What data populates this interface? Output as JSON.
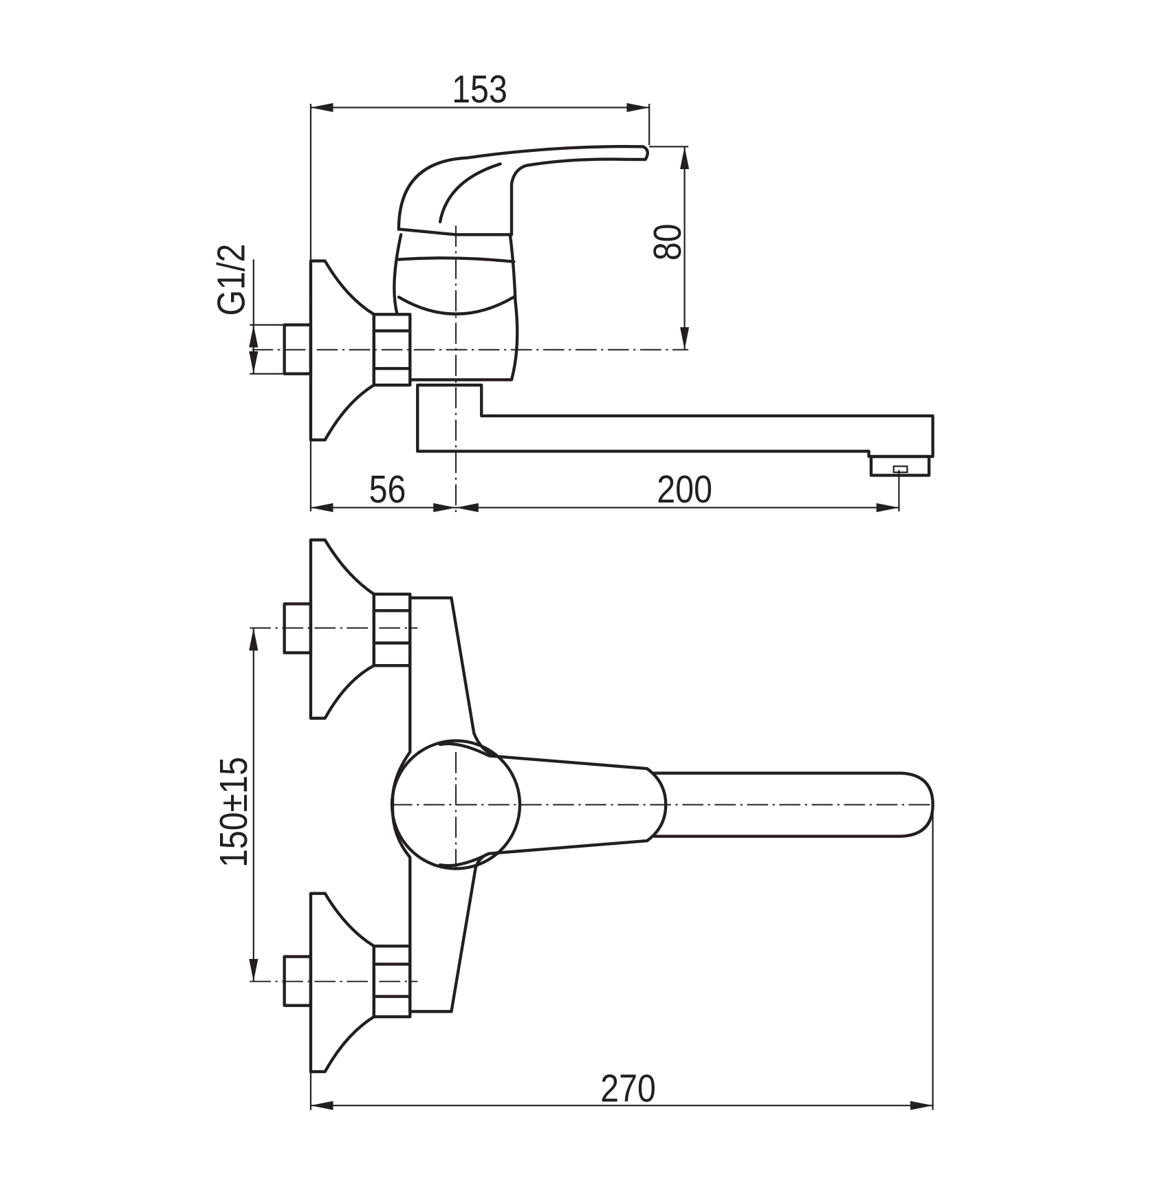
{
  "drawing": {
    "dimensions": {
      "overall_depth": "153",
      "lever_height": "80",
      "thread": "G1/2",
      "wall_to_center": "56",
      "spout_reach": "200",
      "inlet_spacing": "150±15",
      "overall_width": "270"
    },
    "line_color": "#231f20"
  }
}
